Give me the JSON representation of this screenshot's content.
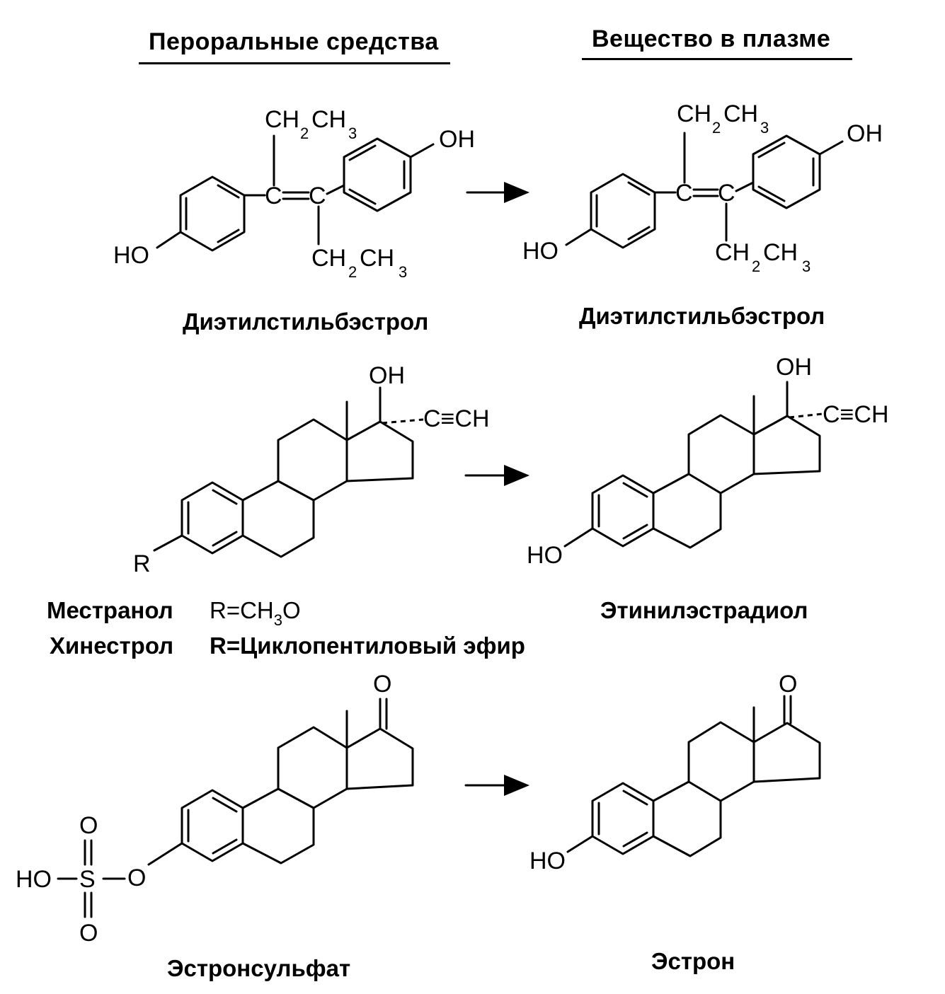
{
  "headers": {
    "left": "Пероральные средства",
    "right": "Вещество в плазме"
  },
  "names": {
    "row1_left": "Диэтилстильбэстрол",
    "row1_right": "Диэтилстильбэстрол",
    "row2_left_1_name": "Местранол",
    "row2_left_1_r": "R=CH3O",
    "row2_left_2_name": "Хинестрол",
    "row2_left_2_r": "R=Циклопентиловый эфир",
    "row2_right": "Этинилэстрадиол",
    "row3_left": "Эстронсульфат",
    "row3_right": "Эстрон"
  },
  "atoms": {
    "oh": "OH",
    "ho": "HO",
    "r": "R",
    "o": "O",
    "s": "S",
    "c": "C",
    "ch2": "CH",
    "sub2": "2",
    "ch3": "CH",
    "sub3": "3",
    "ethynyl": "C≡CH"
  }
}
